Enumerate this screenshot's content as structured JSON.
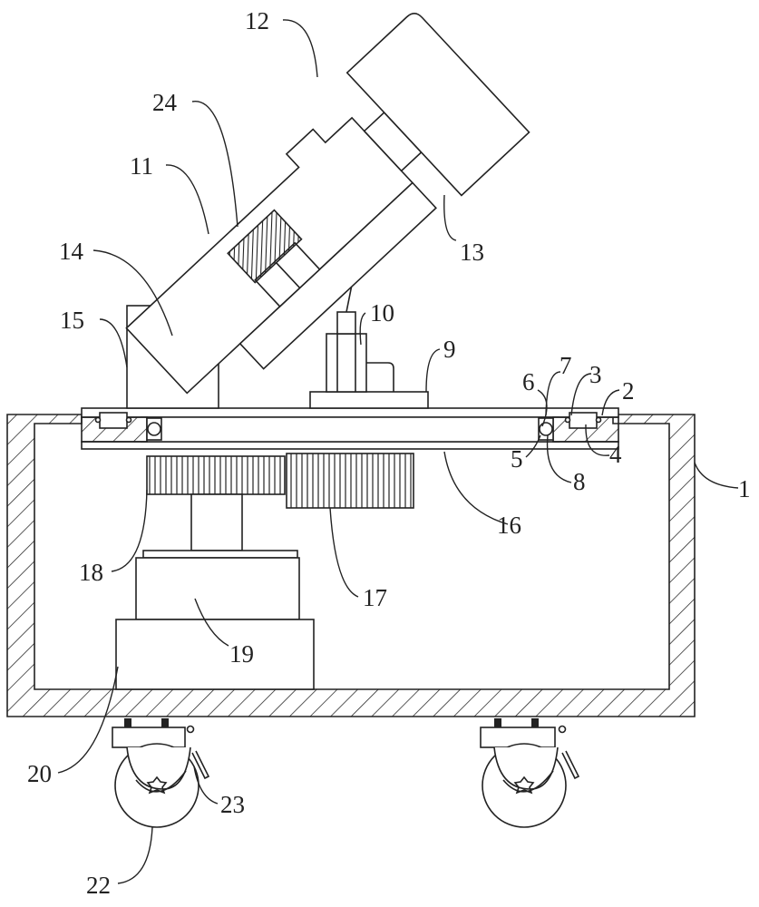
{
  "figure": {
    "type": "patent mechanical drawing",
    "line_color": "#222222",
    "background": "#ffffff"
  },
  "labels": [
    {
      "id": "1",
      "text": "1"
    },
    {
      "id": "2",
      "text": "2"
    },
    {
      "id": "3",
      "text": "3"
    },
    {
      "id": "4",
      "text": "4"
    },
    {
      "id": "5",
      "text": "5"
    },
    {
      "id": "6",
      "text": "6"
    },
    {
      "id": "7",
      "text": "7"
    },
    {
      "id": "8",
      "text": "8"
    },
    {
      "id": "9",
      "text": "9"
    },
    {
      "id": "10",
      "text": "10"
    },
    {
      "id": "11",
      "text": "11"
    },
    {
      "id": "12",
      "text": "12"
    },
    {
      "id": "13",
      "text": "13"
    },
    {
      "id": "14",
      "text": "14"
    },
    {
      "id": "15",
      "text": "15"
    },
    {
      "id": "16",
      "text": "16"
    },
    {
      "id": "17",
      "text": "17"
    },
    {
      "id": "18",
      "text": "18"
    },
    {
      "id": "19",
      "text": "19"
    },
    {
      "id": "20",
      "text": "20"
    },
    {
      "id": "22",
      "text": "22"
    },
    {
      "id": "23",
      "text": "23"
    },
    {
      "id": "24",
      "text": "24"
    }
  ]
}
